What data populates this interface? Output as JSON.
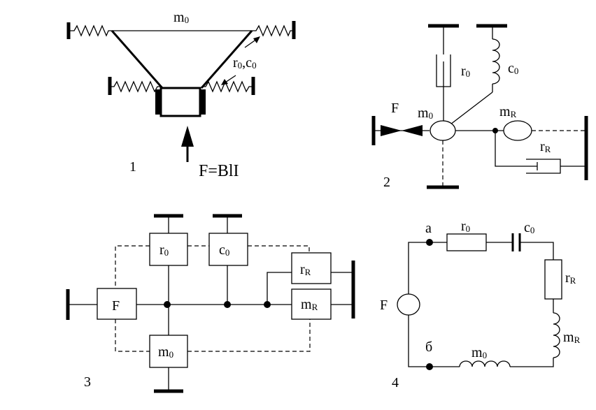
{
  "figure1": {
    "number": "1",
    "mass": "m",
    "mass_sub": "0",
    "param_r": "r",
    "param_r_sub": "0",
    "param_sep": ",",
    "param_c": "c",
    "param_c_sub": "0",
    "force": "F=BlI"
  },
  "figure2": {
    "number": "2",
    "force": "F",
    "mass0": "m",
    "mass0_sub": "0",
    "r0": "r",
    "r0_sub": "0",
    "c0": "c",
    "c0_sub": "0",
    "mR": "m",
    "mR_sub": "R",
    "rR": "r",
    "rR_sub": "R"
  },
  "figure3": {
    "number": "3",
    "force": "F",
    "r0": "r",
    "r0_sub": "0",
    "c0": "c",
    "c0_sub": "0",
    "rR": "r",
    "rR_sub": "R",
    "mR": "m",
    "mR_sub": "R",
    "m0": "m",
    "m0_sub": "0"
  },
  "figure4": {
    "number": "4",
    "node_a": "а",
    "node_b": "б",
    "force": "F",
    "r0": "r",
    "r0_sub": "0",
    "c0": "c",
    "c0_sub": "0",
    "rR": "r",
    "rR_sub": "R",
    "mR": "m",
    "mR_sub": "R",
    "m0": "m",
    "m0_sub": "0"
  }
}
